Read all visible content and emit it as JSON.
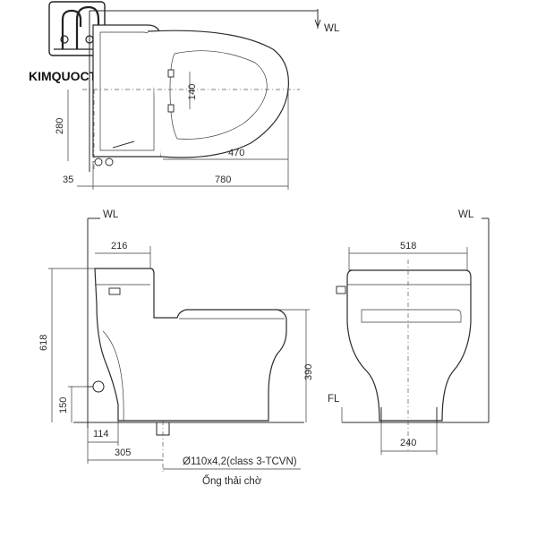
{
  "brand": {
    "name": "KIMQUOCTIEN.COM"
  },
  "top_view": {
    "wl": "WL",
    "dims": {
      "d140": "140",
      "d280": "280",
      "d470": "470",
      "d35": "35",
      "d780": "780"
    }
  },
  "side_view": {
    "wl": "WL",
    "dims": {
      "d216": "216",
      "d618": "618",
      "d390": "390",
      "d150": "150",
      "d114": "114",
      "d305": "305"
    },
    "pipe_spec": "Ø110x4,2(class 3-TCVN)",
    "pipe_label": "Ống thải chờ"
  },
  "front_view": {
    "wl": "WL",
    "fl": "FL",
    "dims": {
      "d518": "518",
      "d240": "240"
    }
  }
}
